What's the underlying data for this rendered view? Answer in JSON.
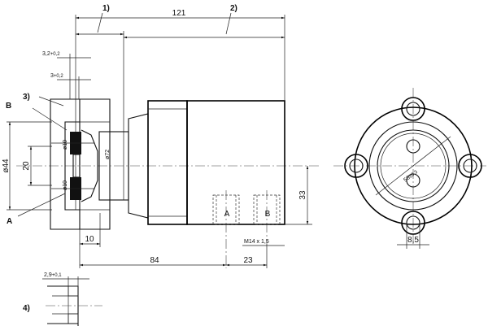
{
  "callouts": {
    "c1": "1)",
    "c2": "2)",
    "c3": "3)",
    "c4": "4)",
    "A": "A",
    "B": "B"
  },
  "dimensions": {
    "overall_length": "121",
    "flange_length": "84",
    "body_length": "23",
    "flange_thickness": "10",
    "port_offset": "33",
    "seal_recess_depth": "3,2",
    "seal_recess_depth_tol": "+0,2",
    "inner_recess_depth": "3",
    "inner_recess_depth_tol": "+0,2",
    "diameter_44": "ø44",
    "diameter_72": "ø72",
    "dia_10_upper": "ø10",
    "dia_10_lower": "ø10",
    "distance_20": "20",
    "port_thread": "M14 x 1,5",
    "bolt_circle": "56",
    "bolt_circle_tol": "±0,3",
    "hole_width": "8,5",
    "detail_depth": "2,9",
    "detail_depth_tol": "+0,1"
  },
  "ports": {
    "a": "A",
    "b": "B"
  }
}
